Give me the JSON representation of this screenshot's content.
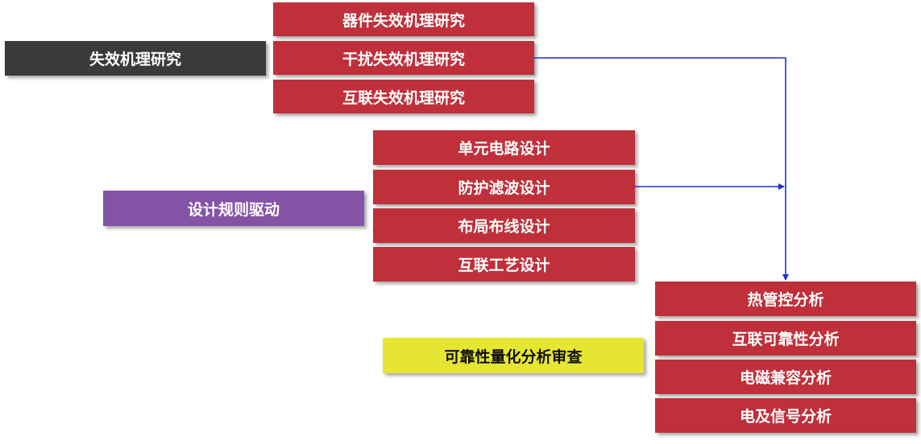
{
  "categories": {
    "failure": "失效机理研究",
    "design": "设计规则驱动",
    "review": "可靠性量化分析审查"
  },
  "failure_items": [
    "器件失效机理研究",
    "干扰失效机理研究",
    "互联失效机理研究"
  ],
  "design_items": [
    "单元电路设计",
    "防护滤波设计",
    "布局布线设计",
    "互联工艺设计"
  ],
  "analysis_items": [
    "热管控分析",
    "互联可靠性分析",
    "电磁兼容分析",
    "电及信号分析"
  ],
  "colors": {
    "item": "#c0303a",
    "failure_category": "#3a3a3a",
    "design_category": "#8453a6",
    "review_category": "#e6e632",
    "connector": "#1f2fd6"
  }
}
